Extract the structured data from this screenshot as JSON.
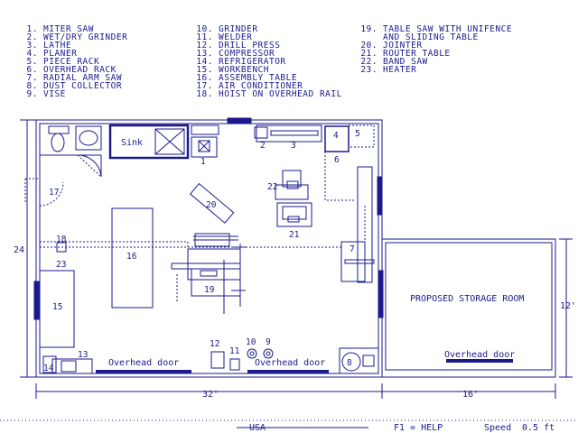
{
  "legend": [
    {
      "num": "1.",
      "text": "MITER SAW"
    },
    {
      "num": "2.",
      "text": "WET/DRY GRINDER"
    },
    {
      "num": "3.",
      "text": "LATHE"
    },
    {
      "num": "4.",
      "text": "PLANER"
    },
    {
      "num": "5.",
      "text": "PIECE RACK"
    },
    {
      "num": "6.",
      "text": "OVERHEAD RACK"
    },
    {
      "num": "7.",
      "text": "RADIAL ARM SAW"
    },
    {
      "num": "8.",
      "text": "DUST COLLECTOR"
    },
    {
      "num": "9.",
      "text": "VISE"
    },
    {
      "num": "10.",
      "text": "GRINDER"
    },
    {
      "num": "11.",
      "text": "WELDER"
    },
    {
      "num": "12.",
      "text": "DRILL PRESS"
    },
    {
      "num": "13.",
      "text": "COMPRESSOR"
    },
    {
      "num": "14.",
      "text": "REFRIGERATOR"
    },
    {
      "num": "15.",
      "text": "WORKBENCH"
    },
    {
      "num": "16.",
      "text": "ASSEMBLY TABLE"
    },
    {
      "num": "17.",
      "text": "AIR CONDITIONER"
    },
    {
      "num": "18.",
      "text": "HOIST ON OVERHEAD RAIL"
    },
    {
      "num": "19.",
      "text": "TABLE SAW WITH UNIFENCE"
    },
    {
      "num": "",
      "text": "AND SLIDING TABLE"
    },
    {
      "num": "20.",
      "text": "JOINTER"
    },
    {
      "num": "21.",
      "text": "ROUTER TABLE"
    },
    {
      "num": "22.",
      "text": "BAND SAW"
    },
    {
      "num": "23.",
      "text": "HEATER"
    }
  ],
  "plan": {
    "sink_label": "Sink",
    "storage_label": "PROPOSED STORAGE ROOM",
    "overhead_door_label": "Overhead door",
    "dim_width_main": "32'",
    "dim_width_storage": "16'",
    "dim_height_main": "24'",
    "dim_height_storage": "12'",
    "markers": [
      "1",
      "2",
      "3",
      "4",
      "5",
      "6",
      "7",
      "8",
      "9",
      "10",
      "11",
      "12",
      "13",
      "14",
      "15",
      "16",
      "17",
      "18",
      "19",
      "20",
      "21",
      "22",
      "23"
    ]
  },
  "status_bar": {
    "country": "USA",
    "help": "F1 = HELP",
    "speed_label": "Speed",
    "speed_value": "0.5 ft"
  },
  "colors": {
    "ink": "#1a1a8c",
    "door": "#1a1a8c",
    "background": "#ffffff"
  }
}
